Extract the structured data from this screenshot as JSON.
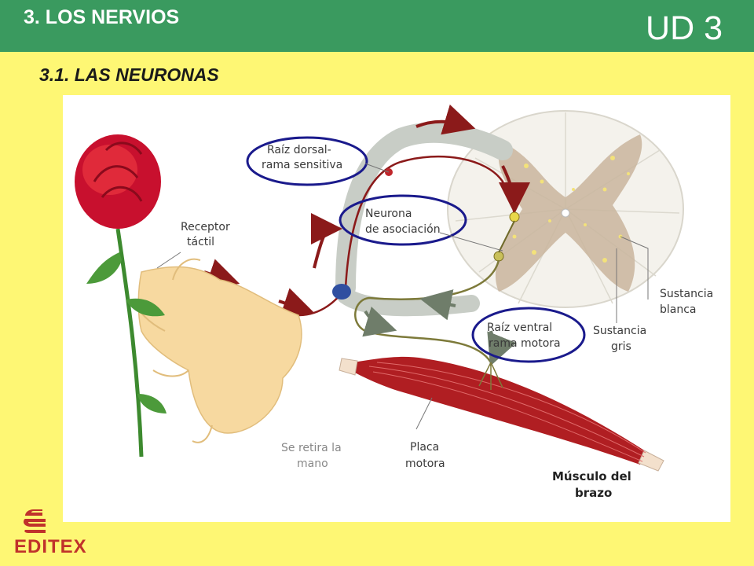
{
  "header": {
    "title": "3. LOS NERVIOS",
    "unit": "UD 3"
  },
  "subtitle": "3.1. LAS NEURONAS",
  "diagram": {
    "labels": {
      "raiz_dorsal_1": "Raíz dorsal-",
      "raiz_dorsal_2": "rama sensitiva",
      "neurona_1": "Neurona",
      "neurona_2": "de asociación",
      "receptor_1": "Receptor",
      "receptor_2": "táctil",
      "raiz_ventral_1": "Raíz ventral",
      "raiz_ventral_2": "rama motora",
      "sust_blanca_1": "Sustancia",
      "sust_blanca_2": "blanca",
      "sust_gris_1": "Sustancia",
      "sust_gris_2": "gris",
      "retira_1": "Se retira la",
      "retira_2": "mano",
      "placa_1": "Placa",
      "placa_2": "motora",
      "musculo_1": "Músculo del",
      "musculo_2": "brazo"
    },
    "colors": {
      "highlight_ring": "#1a1a8c",
      "nerve_path": "#8b1a1a",
      "spinal_cord": "#f2efe6",
      "gray_matter": "#c8b29a",
      "muscle": "#b01e22",
      "rose": "#c8102e",
      "stem": "#3d8a2f",
      "hand": "#f7d9a0"
    }
  },
  "logo": {
    "text": "EDITEX"
  }
}
